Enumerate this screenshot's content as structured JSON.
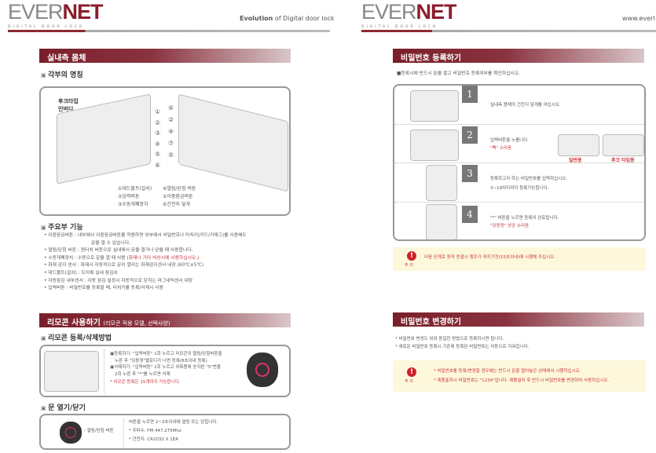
{
  "left": {
    "logo": {
      "light": "EVER",
      "bold": "NET",
      "tagline": "DIGITAL DOOR LOCK"
    },
    "slogan_bold": "Evolution",
    "slogan_rest": " of Digital door lock",
    "section1": {
      "title": "실내측 몸체",
      "sub1": "각부의 명칭",
      "hook_label": "후크타입\n인버디",
      "callouts_left": [
        "①",
        "②",
        "③",
        "④",
        "⑤",
        "⑥"
      ],
      "callouts_right": [
        "⑥",
        "②",
        "④",
        "⑦",
        "⑤"
      ],
      "legend": [
        "①데드볼트(걸쇠)",
        "②입력버튼",
        "③수동개폐장치",
        "④열림/닫힘 버튼",
        "⑤이중잠금버튼",
        "⑥건전지 덮개"
      ],
      "sub2": "주요부 기능",
      "features": [
        {
          "text": "이중잠금버튼 : 내부에서 이중잠금버튼을 적용하면 외부에서 비밀번호나 터치키(카드/키태그)를 사용해도"
        },
        {
          "text": "문을 열 수 없습니다.",
          "indent": true
        },
        {
          "text": "열림/닫힘 버튼 : 원터치 버튼으로 실내에서 문을 열거나 닫을 때 사용합니다."
        },
        {
          "text": "수동개폐장치 : 수동으로 문을 열 때 사용 ",
          "red": "(화재나 기타 비상시에 사용하십시오.)"
        },
        {
          "text": "화재 감지 센서 : 화재시 자동적으로 문이 열리는 화재감지센서 내장 (60℃±5℃)"
        },
        {
          "text": "데드볼트(걸쇠) : 도어록 실내 잠김쇠"
        },
        {
          "text": "자동잠김 내부센서 : 자동 잠김 설정시 자동적으로 닫히는 마그네틱센서 내장"
        },
        {
          "text": "입력버튼 : 비밀번호를 등록할 때, 터치키를 등록/삭제시 사용"
        }
      ]
    },
    "section2": {
      "title": "리모콘 사용하기",
      "title_note": "(리모콘 적용 모델, 선택사양)",
      "sub1": "리모콘 등록/삭제방법",
      "register": [
        "▣등록하기: \"입력버튼\" 1회 누르고 리모콘의 열림/닫힘버튼을",
        "누른 후 \"딩동댕\"멜로디가 나면 등록(8초이내 등록)"
      ],
      "delete": [
        "▣삭제하기: \"입력버튼\" 1회 누르고 외측몸체 숫자판 \"5\"번을",
        "2회 누른 후 \"*\"를 누르면 삭제"
      ],
      "register_note": "* 리모콘 등록은 15개까지 가능합니다.",
      "sub2": "문 열기/닫기",
      "button_label": "열림/닫힘 버튼",
      "open_text": "버튼을 누르면 2~3초이내에 열림 또는 닫힙니다.",
      "freq": "* 주파수: FM 447.275Mhz",
      "battery": "* 건전지: CR2032 X 1EA"
    }
  },
  "right": {
    "logo": {
      "light": "EVER",
      "bold": "NET",
      "tagline": "DIGITAL DOOR LOCK"
    },
    "url": "www.everl",
    "section1": {
      "title": "비밀번호 등록하기",
      "note": "■등록시에 반드시 문을 열고 비밀번호 등록여부를 확인하십시오.",
      "steps": [
        {
          "num": "1",
          "line1": "실내측 몸체의 건전지 덮개를 여십시오.",
          "line2": ""
        },
        {
          "num": "2",
          "line1": "입력버튼을 누릅니다.",
          "line2": "\"삑\" 소리음",
          "type1": "일반용",
          "type2": "후크 타입용"
        },
        {
          "num": "3",
          "line1": "등록하고자 하는 비밀번호를 입력하십시오.",
          "line2": "3~19자리까지 등록가능합니다."
        },
        {
          "num": "4",
          "line1": "\"*\" 버튼을 누르면 등록이 완료됩니다.",
          "line2": "\"딩동댕\" 성공 소리음"
        }
      ],
      "caution_label": "주 의",
      "caution": "다음 단계로 동작 연결시 램프가 꺼지기전(15초이내)에 시행해 주십시오."
    },
    "section2": {
      "title": "비밀번호 변경하기",
      "bullets": [
        "* 비밀번호 변경도 위와 동일한 방법으로 등록하시면 됩니다.",
        "* 새로운 비밀번호 등록시 기존에 등록된 비밀번호는 자동으로 지워집니다."
      ],
      "caution_label": "주 의",
      "cautions": [
        "* 비밀번호를 등록/변경할 경우에는 반드시 문을 열어놓은 상태에서 시행하십시오.",
        "* 제품출하시 비밀번호는 \"1234\"입니다. 제품설치 후 반드시 비밀번호를 변경하여 사용하십시오."
      ]
    }
  },
  "colors": {
    "brand": "#8b1e2b",
    "accent_red": "#c8323c",
    "caution_bg": "#fdf8dc"
  }
}
